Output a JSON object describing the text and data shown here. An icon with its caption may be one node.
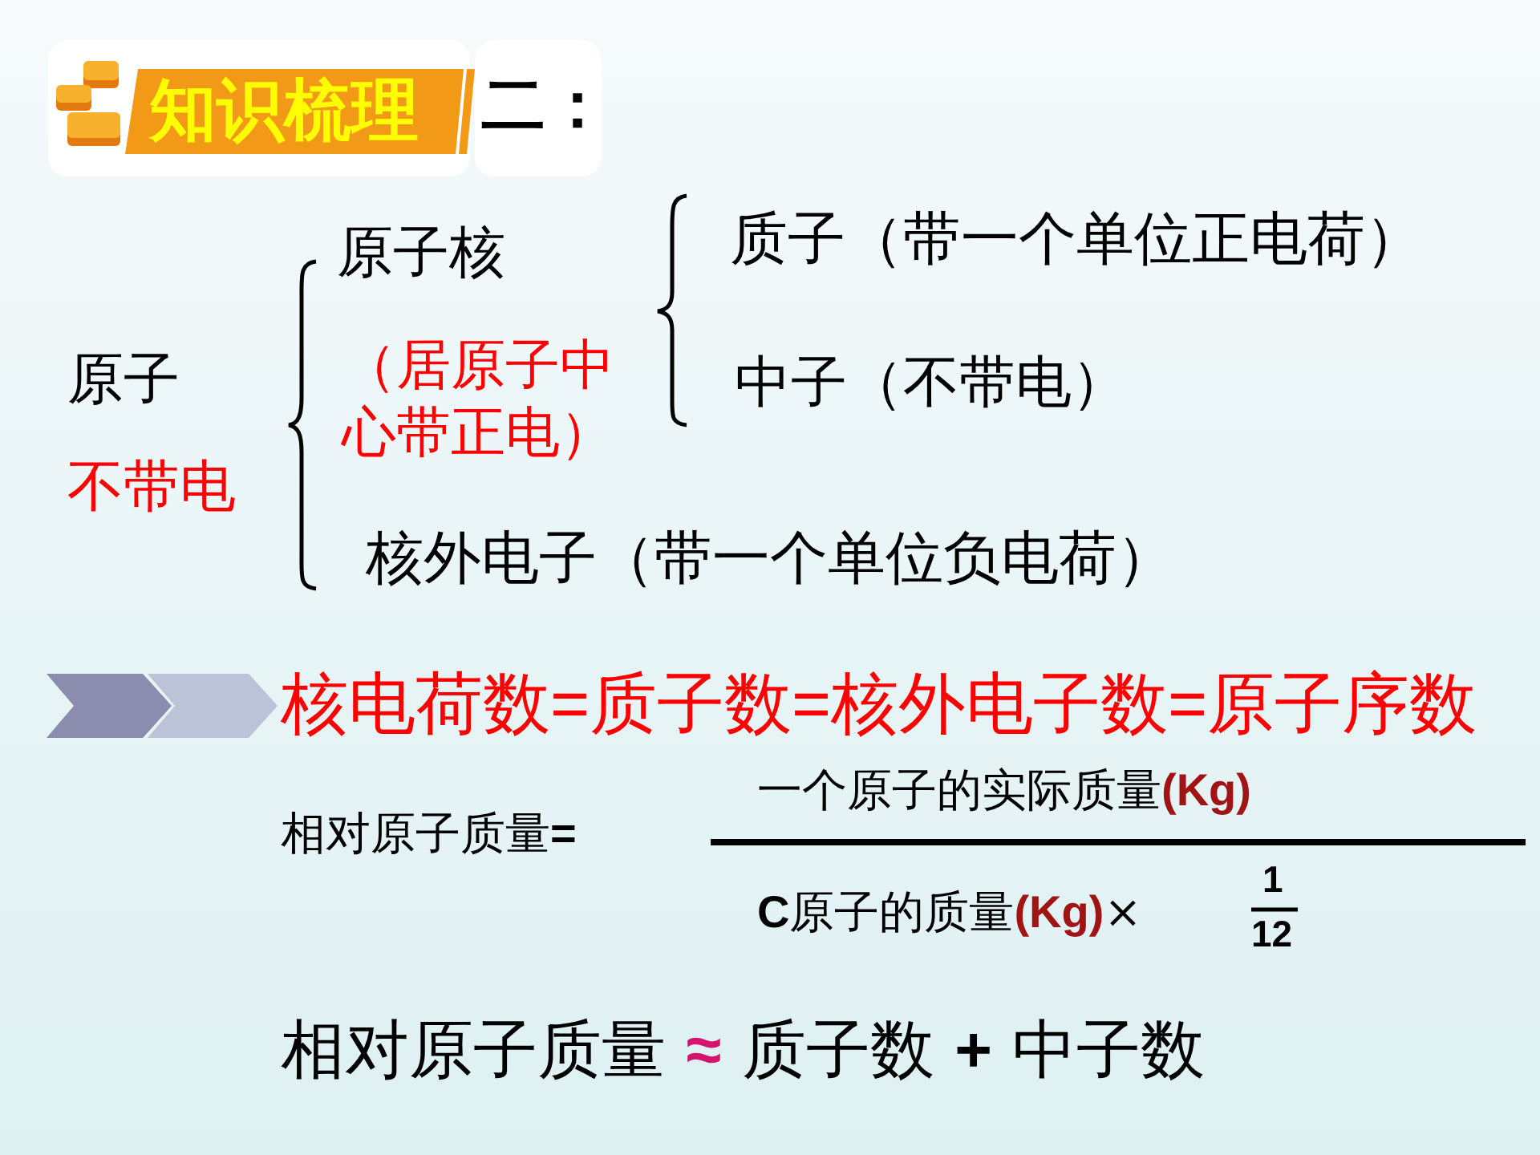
{
  "diagram": {
    "nodes": [
      {
        "text": [
          "知识梳理"
        ]
      },
      {
        "text": [
          "二："
        ]
      }
    ],
    "labels": [
      "原子",
      "不带电",
      "原子核",
      "（居原子中心带正电）",
      "质子（带一个单位正电荷）",
      "中子（不带电）",
      "核外电子（带一个单位负电荷）",
      "核电荷数=质子数=核外电子数=原子序数",
      "相对原子质量**=**",
      "一个原子的实际质量**(Kg)**",
      "**C**原子的质量**(Kg)**×",
      "1",
      "12",
      "相对原子质量 **≈** 质子数 **+** 中子数"
    ]
  }
}
